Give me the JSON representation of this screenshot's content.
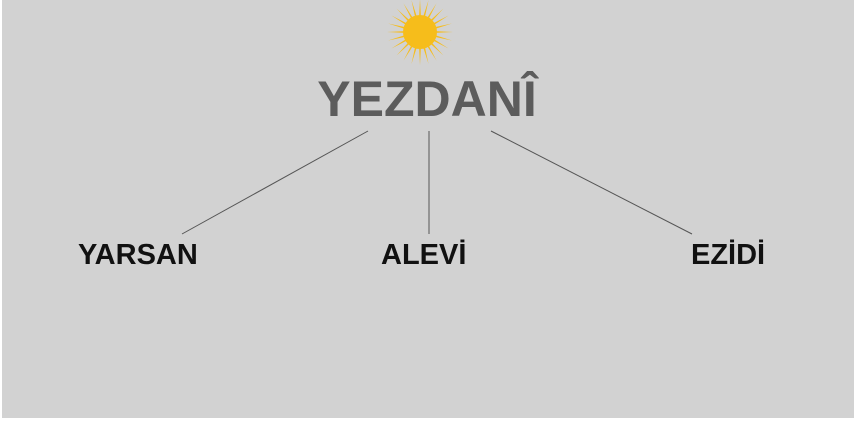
{
  "diagram": {
    "root": {
      "label": "YEZDANÎ",
      "icon": "sun-icon",
      "label_color": "#5c5c5c",
      "sun_color": "#f6bd1b"
    },
    "children": [
      {
        "label": "YARSAN"
      },
      {
        "label": "ALEVİ"
      },
      {
        "label": "EZİDİ"
      }
    ],
    "colors": {
      "background": "#d2d2d2",
      "child_text": "#111111",
      "connector": "#555555"
    }
  }
}
